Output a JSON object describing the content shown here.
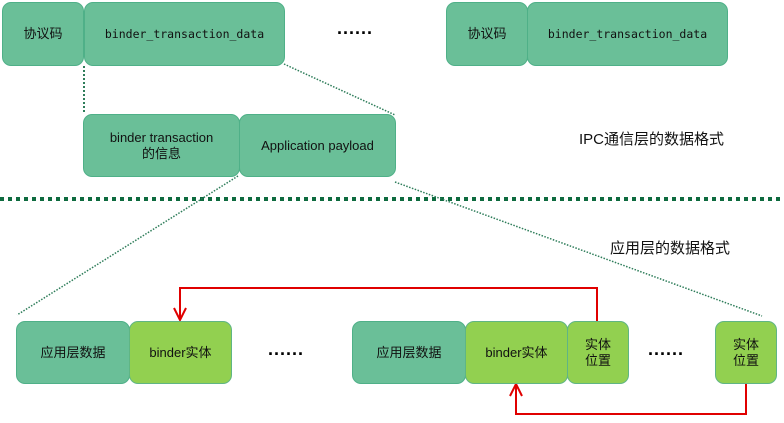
{
  "ipc_layer": {
    "title": "IPC通信层的数据格式",
    "packets": [
      {
        "protocol_code": "协议码",
        "data": "binder_transaction_data"
      },
      {
        "protocol_code": "协议码",
        "data": "binder_transaction_data"
      }
    ],
    "ellipsis": "......",
    "expanded": {
      "info": "binder transaction\n的信息",
      "info_line1": "binder transaction",
      "info_line2": "的信息",
      "payload": "Application payload"
    }
  },
  "app_layer": {
    "title": "应用层的数据格式",
    "group1": {
      "app_data": "应用层数据",
      "binder_entity": "binder实体"
    },
    "group2": {
      "app_data": "应用层数据",
      "binder_entity": "binder实体",
      "entity_position_line1": "实体",
      "entity_position_line2": "位置"
    },
    "trailing_position": {
      "line1": "实体",
      "line2": "位置"
    },
    "ellipsis_1": "......",
    "ellipsis_2": "......"
  },
  "colors": {
    "box_green": "#6abf98",
    "box_lime": "#92d050",
    "divider": "#0e6b3f",
    "arrow": "#e00000",
    "dotted_connector": "#2e7d5a"
  }
}
